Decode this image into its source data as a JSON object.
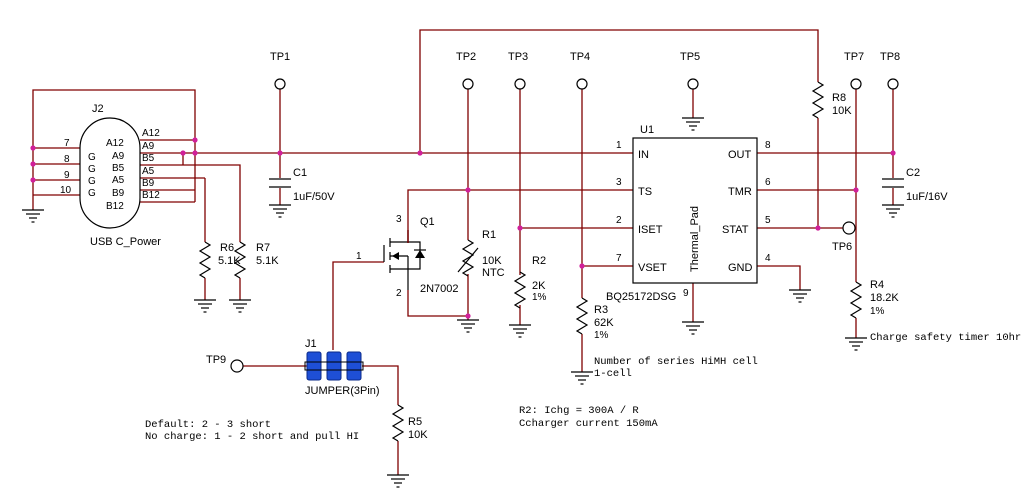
{
  "testpoints": {
    "tp1": "TP1",
    "tp2": "TP2",
    "tp3": "TP3",
    "tp4": "TP4",
    "tp5": "TP5",
    "tp6": "TP6",
    "tp7": "TP7",
    "tp8": "TP8",
    "tp9": "TP9"
  },
  "connector": {
    "ref": "J2",
    "name": "USB C_Power",
    "pins_left": [
      "7",
      "8",
      "9",
      "10"
    ],
    "g_labels": [
      "G",
      "G",
      "G",
      "G"
    ],
    "inner": [
      "A12",
      "A9",
      "B5",
      "A5",
      "B9",
      "B12"
    ],
    "outer": [
      "A12",
      "A9",
      "B5",
      "A5",
      "B9",
      "B12"
    ]
  },
  "ic": {
    "ref": "U1",
    "part": "BQ25172DSG",
    "pad": "Thermal_Pad",
    "left_pins": [
      {
        "num": "1",
        "name": "IN"
      },
      {
        "num": "3",
        "name": "TS"
      },
      {
        "num": "2",
        "name": "ISET"
      },
      {
        "num": "7",
        "name": "VSET"
      }
    ],
    "right_pins": [
      {
        "num": "8",
        "name": "OUT"
      },
      {
        "num": "6",
        "name": "TMR"
      },
      {
        "num": "5",
        "name": "STAT"
      },
      {
        "num": "4",
        "name": "GND"
      }
    ],
    "bottom_pin": "9"
  },
  "components": {
    "c1": {
      "ref": "C1",
      "value": "1uF/50V"
    },
    "c2": {
      "ref": "C2",
      "value": "1uF/16V"
    },
    "r1": {
      "ref": "R1",
      "value": "10K",
      "extra": "NTC"
    },
    "r2": {
      "ref": "R2",
      "value": "2K",
      "tol": "1%"
    },
    "r3": {
      "ref": "R3",
      "value": "62K",
      "tol": "1%"
    },
    "r4": {
      "ref": "R4",
      "value": "18.2K",
      "tol": "1%"
    },
    "r5": {
      "ref": "R5",
      "value": "10K"
    },
    "r6": {
      "ref": "R6",
      "value": "5.1K"
    },
    "r7": {
      "ref": "R7",
      "value": "5.1K"
    },
    "r8": {
      "ref": "R8",
      "value": "10K"
    },
    "q1": {
      "ref": "Q1",
      "part": "2N7002",
      "pin_gate": "1",
      "pin_drain": "3",
      "pin_source": "2"
    },
    "j1": {
      "ref": "J1",
      "name": "JUMPER(3Pin)"
    }
  },
  "notes": {
    "timer": "Charge safety timer 10hr",
    "hmh1": "Number of series HiMH cell",
    "hmh2": "1-cell",
    "iset1": "R2: Ichg = 300A / R",
    "iset2": "Ccharger current 150mA",
    "jmp1": "Default: 2 - 3 short",
    "jmp2": "No charge: 1 - 2 short and pull HI"
  },
  "colors": {
    "wire": "#800000",
    "junction": "#d0209a",
    "jumper": "#1e4fd6"
  }
}
